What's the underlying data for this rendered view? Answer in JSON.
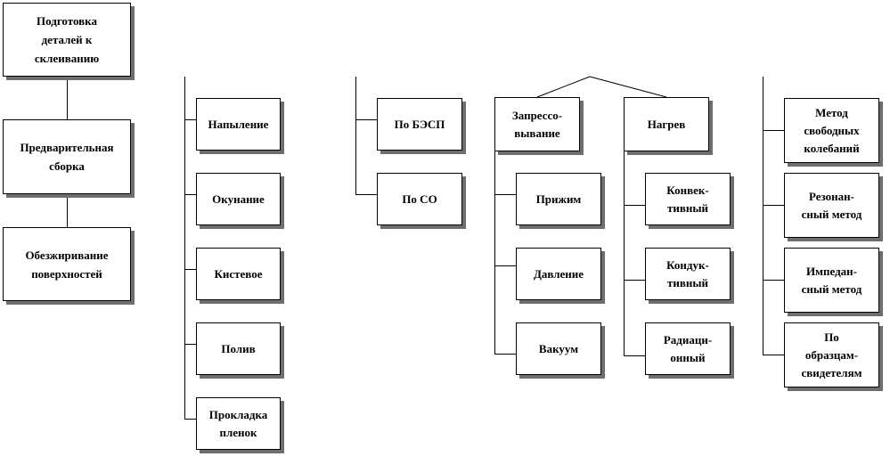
{
  "diagram": {
    "col1": [
      "Подготовка\nдеталей к\nсклеиванию",
      "Предварительная\nсборка",
      "Обезжиривание\nповерхностей"
    ],
    "col2": [
      "Напыление",
      "Окунание",
      "Кистевое",
      "Полив",
      "Прокладка\nпленок"
    ],
    "col3": [
      "По БЭСП",
      "По СО"
    ],
    "col4": {
      "header": "Запрессо-\nвывание",
      "items": [
        "Прижим",
        "Давление",
        "Вакуум"
      ]
    },
    "col5": {
      "header": "Нагрев",
      "items": [
        "Конвек-\nтивный",
        "Кондук-\nтивный",
        "Радиаци-\nонный"
      ]
    },
    "col6": [
      "Метод\nсвободных\nколебаний",
      "Резонан-\nсный метод",
      "Импедан-\nсный метод",
      "По\nобразцам-\nсвидетелям"
    ]
  }
}
